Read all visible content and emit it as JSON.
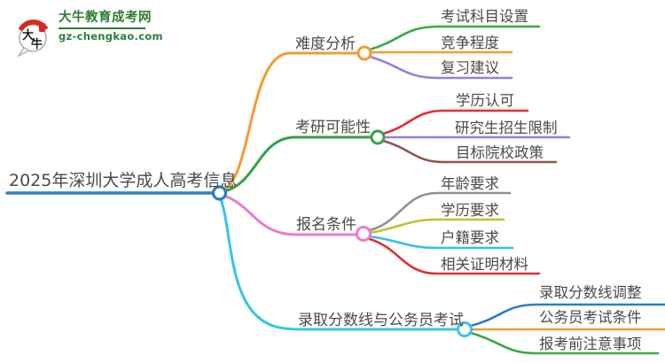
{
  "logo": {
    "bubble_char_top": "大",
    "bubble_char_bottom": "牛",
    "site_name": "大牛教育成考网",
    "site_url": "gz-chengkao.com",
    "brand_green": "#2e7d36",
    "brand_red": "#d8291f",
    "bubble_stroke": "#aab0b6",
    "ink": "#1c1c1c"
  },
  "text_color": "#4a4a4a",
  "root": {
    "label": "2025年深圳大学成人高考信息",
    "color": "#2d7fc0"
  },
  "branches": [
    {
      "label": "难度分析",
      "color": "#f59a33",
      "children": [
        {
          "label": "考试科目设置",
          "color": "#3aa845"
        },
        {
          "label": "竞争程度",
          "color": "#f59a33"
        },
        {
          "label": "复习建议",
          "color": "#9b7ed8"
        }
      ]
    },
    {
      "label": "考研可能性",
      "color": "#35a04a",
      "children": [
        {
          "label": "学历认可",
          "color": "#e03030"
        },
        {
          "label": "研究生招生限制",
          "color": "#9b7ed8"
        },
        {
          "label": "目标院校政策",
          "color": "#8e564e"
        }
      ]
    },
    {
      "label": "报名条件",
      "color": "#ea7ccc",
      "children": [
        {
          "label": "年龄要求",
          "color": "#929292"
        },
        {
          "label": "学历要求",
          "color": "#bfc232"
        },
        {
          "label": "户籍要求",
          "color": "#2ec3e6"
        },
        {
          "label": "相关证明材料",
          "color": "#e03030"
        }
      ]
    },
    {
      "label": "录取分数线与公务员考试",
      "color": "#36c5e5",
      "children": [
        {
          "label": "录取分数线调整",
          "color": "#2f7cc0"
        },
        {
          "label": "公务员考试条件",
          "color": "#f59a33"
        },
        {
          "label": "报考前注意事项",
          "color": "#3aa845"
        }
      ]
    }
  ]
}
